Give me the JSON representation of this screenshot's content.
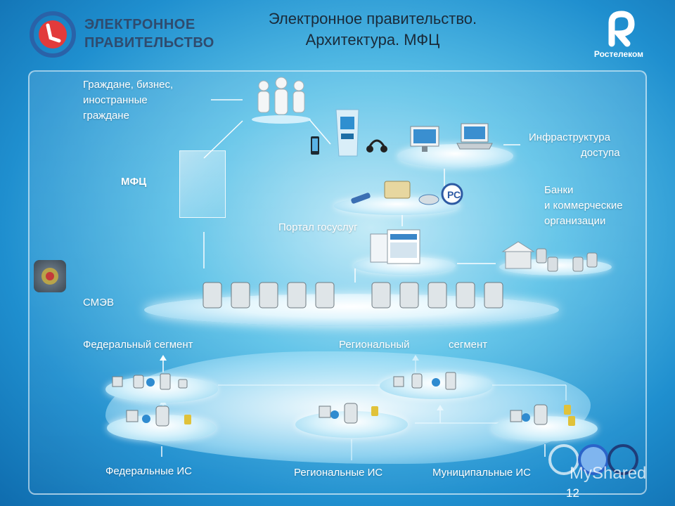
{
  "header": {
    "title_line1": "Электронное правительство.",
    "title_line2": "Архитектура. МФЦ",
    "logo_line1": "ЭЛЕКТРОННОЕ",
    "logo_line2": "ПРАВИТЕЛЬСТВО",
    "brand": "Ростелеком"
  },
  "diagram": {
    "citizens": [
      "Граждане, бизнес,",
      "иностранные",
      "граждане"
    ],
    "mfc": "МФЦ",
    "infra": [
      "Инфраструктура",
      "доступа"
    ],
    "banks": [
      "Банки",
      "и коммерческие",
      "организации"
    ],
    "portal": "Портал госуслуг",
    "smev": "СМЭВ",
    "federal_segment": "Федеральный сегмент",
    "regional_segment_1": "Региональный",
    "regional_segment_2": "сегмент",
    "federal_is": "Федеральные ИС",
    "regional_is": "Региональные ИС",
    "municipal_is": "Муниципальные ИС"
  },
  "footer": {
    "page_number": "12",
    "watermark": "MyShared"
  }
}
